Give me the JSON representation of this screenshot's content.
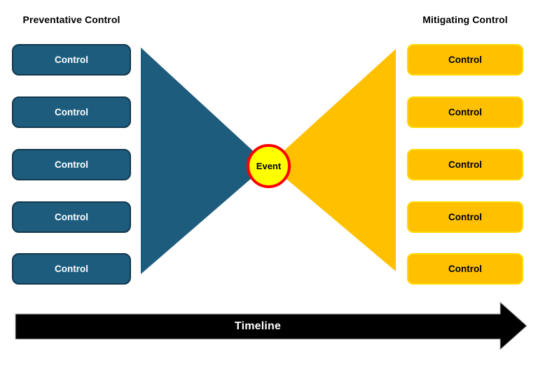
{
  "diagram": {
    "left": {
      "title": "Preventative Control",
      "controls": [
        "Control",
        "Control",
        "Control",
        "Control",
        "Control"
      ]
    },
    "right": {
      "title": "Mitigating Control",
      "controls": [
        "Control",
        "Control",
        "Control",
        "Control",
        "Control"
      ]
    },
    "event_label": "Event",
    "timeline_label": "Timeline",
    "colors": {
      "preventative_fill": "#1E5C7E",
      "preventative_border": "#12384D",
      "mitigating_fill": "#FFC000",
      "mitigating_border": "#FFD900",
      "event_fill": "#FFFF00",
      "event_border": "#FF0000",
      "timeline_fill": "#000000",
      "text_on_dark": "#FFFFFF",
      "text_on_light": "#000000"
    }
  }
}
